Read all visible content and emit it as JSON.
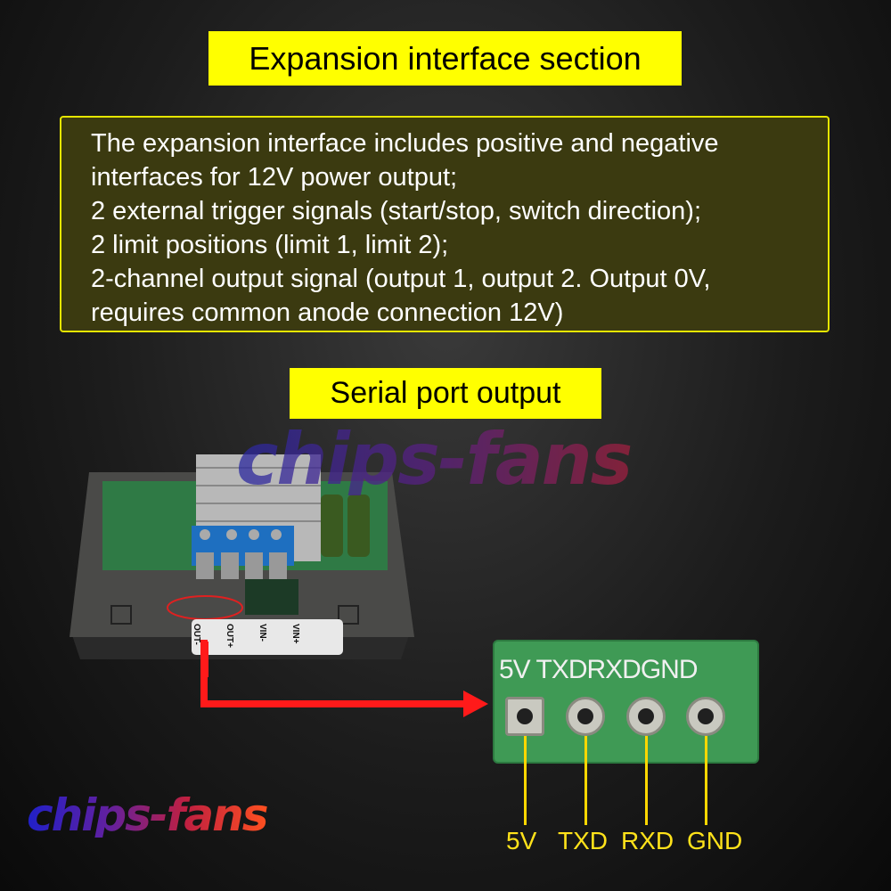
{
  "watermark": "chips-fans",
  "section_title": "Expansion interface section",
  "description_lines": [
    "The expansion interface includes positive and negative",
    "interfaces for 12V power output;",
    "2 external trigger signals (start/stop, switch direction);",
    "2 limit positions (limit 1, limit 2);",
    "2-channel output signal (output 1, output 2. Output 0V,",
    "requires common anode connection 12V)"
  ],
  "serial_title": "Serial port output",
  "module_terminals": [
    "OUT-",
    "OUT+",
    "VIN-",
    "VIN+"
  ],
  "pcb_silkscreen": "5V TXDRXDGND",
  "pins": [
    "5V",
    "TXD",
    "RXD",
    "GND"
  ],
  "colors": {
    "highlight": "#ffff00",
    "arrow": "#ff1a1a",
    "pin_label": "#ffe21a"
  }
}
